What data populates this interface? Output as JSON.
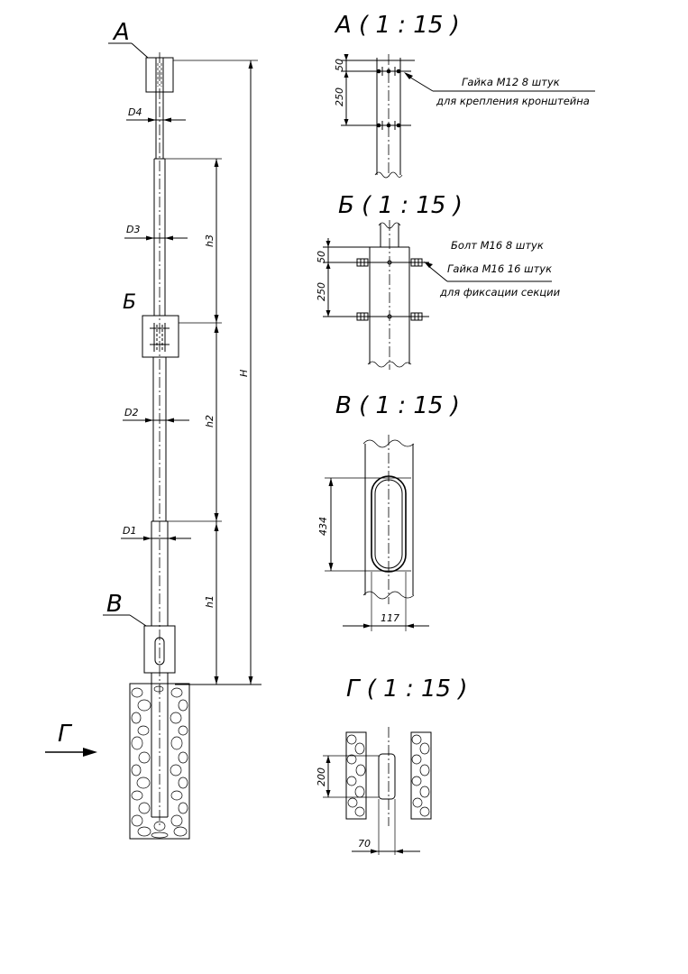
{
  "main_view": {
    "label_A": "А",
    "label_B": "Б",
    "label_V": "В",
    "label_G": "Г",
    "dims": {
      "D4": "D4",
      "D3": "D3",
      "D2": "D2",
      "D1": "D1",
      "h3": "h3",
      "h2": "h2",
      "h1": "h1",
      "H": "H"
    }
  },
  "detail_A": {
    "title": "А ( 1 : 15 )",
    "dim_top": "50",
    "dim_bottom": "250",
    "note_line1": "Гайка М12 8 штук",
    "note_line2": "для крепления кронштейна"
  },
  "detail_B": {
    "title": "Б ( 1 : 15 )",
    "dim_top": "50",
    "dim_bottom": "250",
    "note_line1": "Болт М16 8 штук",
    "note_line2": "Гайка М16 16 штук",
    "note_line3": "для фиксации секции"
  },
  "detail_V": {
    "title": "В ( 1 : 15 )",
    "dim_height": "434",
    "dim_width": "117"
  },
  "detail_G": {
    "title": "Г ( 1 : 15 )",
    "dim_height": "200",
    "dim_width": "70"
  }
}
